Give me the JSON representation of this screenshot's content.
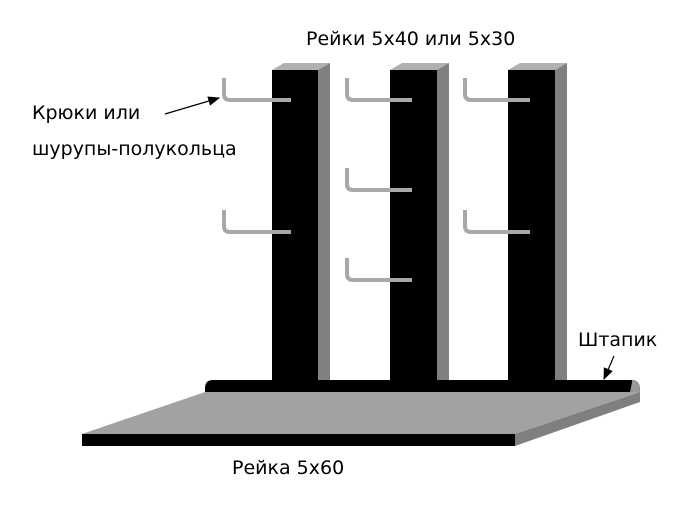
{
  "labels": {
    "rails": "Рейки 5x40 или 5x30",
    "hooks_line1": "Крюки или",
    "hooks_line2": "шурупы-полукольца",
    "molding": "Штапик",
    "base": "Рейка 5x60"
  },
  "colors": {
    "rail": "#000000",
    "rail_side": "#808080",
    "rail_top": "#b0b0b0",
    "hook": "#a8a8a8",
    "base_top": "#a2a2a2",
    "base_side": "#7f7f7f"
  }
}
